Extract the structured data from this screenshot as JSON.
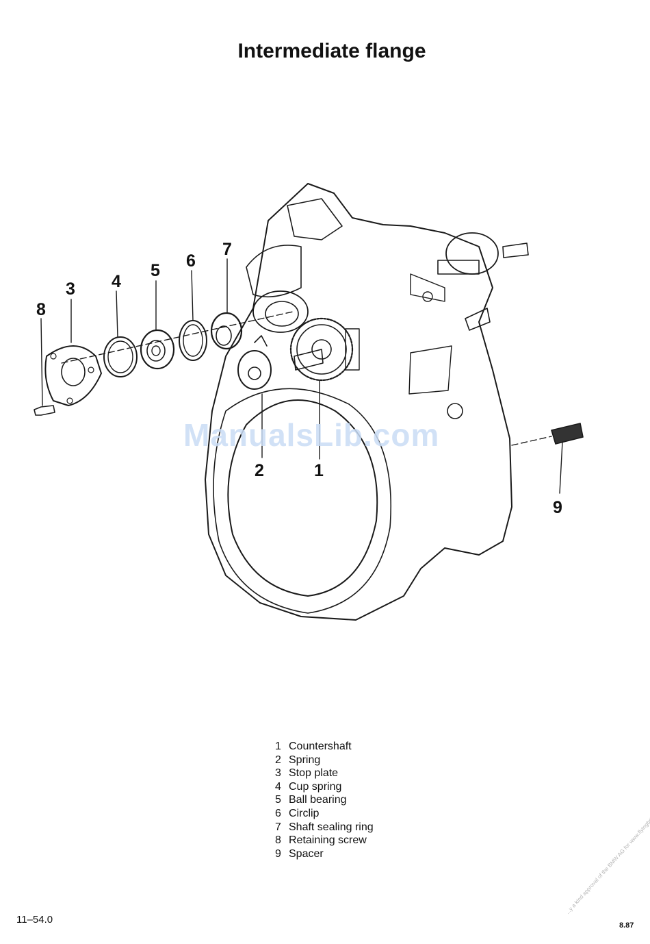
{
  "page": {
    "title": "Intermediate flange",
    "watermark": "ManualsLib.com",
    "page_number": "11–54.0",
    "date": "8.87",
    "side_note": "...y a kind approval of the BMW AG for www.flyingbrick.de"
  },
  "diagram": {
    "callouts": [
      "1",
      "2",
      "3",
      "4",
      "5",
      "6",
      "7",
      "8",
      "9"
    ]
  },
  "legend": [
    {
      "num": "1",
      "label": "Countershaft"
    },
    {
      "num": "2",
      "label": "Spring"
    },
    {
      "num": "3",
      "label": "Stop plate"
    },
    {
      "num": "4",
      "label": "Cup spring"
    },
    {
      "num": "5",
      "label": "Ball bearing"
    },
    {
      "num": "6",
      "label": "Circlip"
    },
    {
      "num": "7",
      "label": "Shaft sealing ring"
    },
    {
      "num": "8",
      "label": "Retaining screw"
    },
    {
      "num": "9",
      "label": "Spacer"
    }
  ]
}
